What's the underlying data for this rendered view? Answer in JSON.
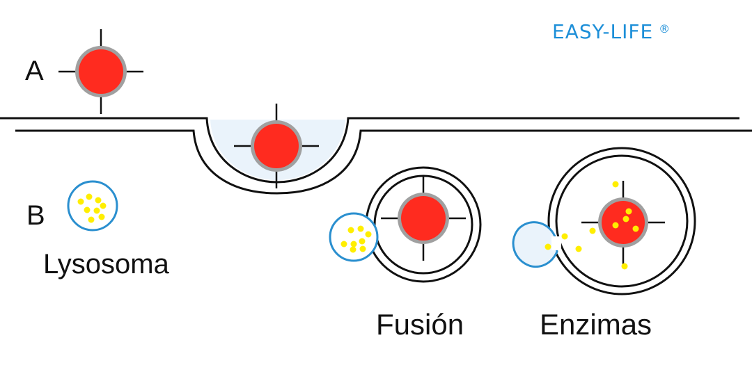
{
  "brand": {
    "name": "EASY-LIFE",
    "mark": "®"
  },
  "labels": {
    "step_a": "A",
    "step_b": "B",
    "lysosome": "Lysosoma",
    "fusion": "Fusión",
    "enzymes": "Enzimas"
  },
  "colors": {
    "particle": "#ff2b1f",
    "particle_rim": "#a0a0a0",
    "membrane": "#111111",
    "vesicle_fill": "#eaf3fb",
    "lysosome_stroke": "#2a8fcf",
    "enzyme": "#ffee00",
    "brand": "#1d8fd8"
  },
  "icons": {
    "particle": "red-particle-icon",
    "enzyme": "enzyme-dot-icon",
    "lysosome": "lysosome-icon"
  }
}
